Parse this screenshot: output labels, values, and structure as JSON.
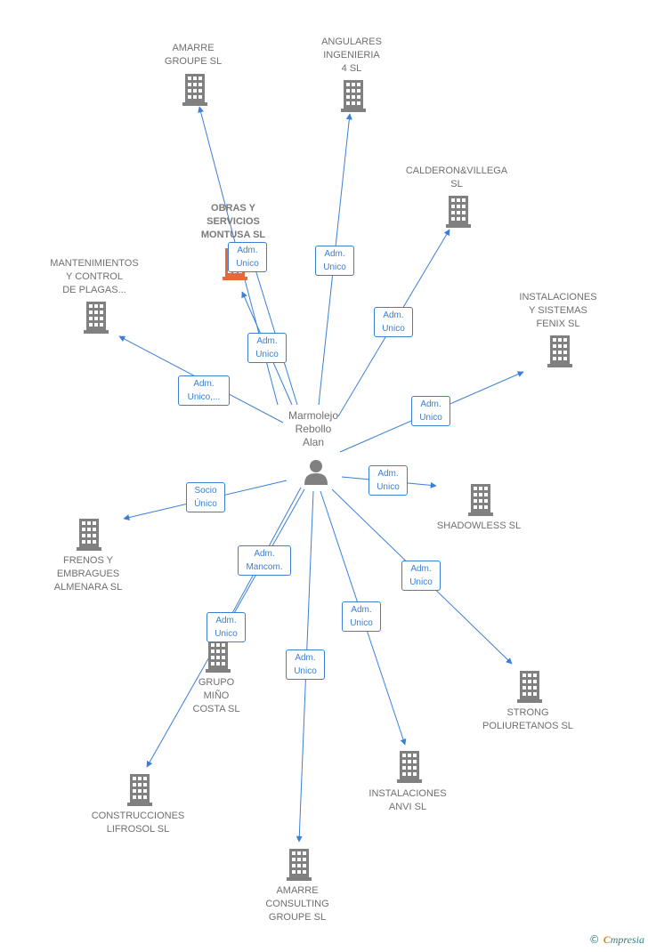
{
  "person": {
    "name": "Marmolejo\nRebollo\nAlan"
  },
  "companies": [
    {
      "id": "amarre_groupe",
      "name": "AMARRE\nGROUPE  SL",
      "highlight": false
    },
    {
      "id": "angulares",
      "name": "ANGULARES\nINGENIERIA\n4  SL",
      "highlight": false
    },
    {
      "id": "calderon",
      "name": "CALDERON&VILLEGA\nSL",
      "highlight": false
    },
    {
      "id": "obras",
      "name": "OBRAS Y\nSERVICIOS\nMONTUSA  SL",
      "highlight": true
    },
    {
      "id": "mantenimientos",
      "name": "MANTENIMIENTOS\nY CONTROL\nDE PLAGAS...",
      "highlight": false
    },
    {
      "id": "instalaciones_fenix",
      "name": "INSTALACIONES\nY SISTEMAS\nFENIX  SL",
      "highlight": false
    },
    {
      "id": "shadowless",
      "name": "SHADOWLESS SL",
      "highlight": false
    },
    {
      "id": "frenos",
      "name": "FRENOS Y\nEMBRAGUES\nALMENARA SL",
      "highlight": false
    },
    {
      "id": "grupo_mino",
      "name": "GRUPO\nMIÑO\nCOSTA SL",
      "highlight": false
    },
    {
      "id": "strong",
      "name": "STRONG\nPOLIURETANOS SL",
      "highlight": false
    },
    {
      "id": "construcciones",
      "name": "CONSTRUCCIONES\nLIFROSOL  SL",
      "highlight": false
    },
    {
      "id": "instalaciones_anvi",
      "name": "INSTALACIONES\nANVI SL",
      "highlight": false
    },
    {
      "id": "amarre_consulting",
      "name": "AMARRE\nCONSULTING\nGROUPE SL",
      "highlight": false
    }
  ],
  "relations": [
    {
      "id": "r_amarre_groupe",
      "label": "Adm.\nUnico"
    },
    {
      "id": "r_angulares",
      "label": "Adm.\nUnico"
    },
    {
      "id": "r_calderon",
      "label": "Adm.\nUnico"
    },
    {
      "id": "r_obras",
      "label": "Adm.\nUnico"
    },
    {
      "id": "r_mantenimientos",
      "label": "Adm.\nUnico,..."
    },
    {
      "id": "r_fenix",
      "label": "Adm.\nUnico"
    },
    {
      "id": "r_shadowless",
      "label": "Adm.\nUnico"
    },
    {
      "id": "r_frenos",
      "label": "Socio\nÚnico"
    },
    {
      "id": "r_grupo_mino",
      "label": "Adm.\nMancom."
    },
    {
      "id": "r_construcciones",
      "label": "Adm.\nUnico"
    },
    {
      "id": "r_strong",
      "label": "Adm.\nUnico"
    },
    {
      "id": "r_anvi",
      "label": "Adm.\nUnico"
    },
    {
      "id": "r_amarre_consulting",
      "label": "Adm.\nUnico"
    }
  ],
  "colors": {
    "edge": "#3a7fd5",
    "node": "#808080",
    "highlight_node": "#e8683a"
  },
  "brand": {
    "copyright": "©",
    "initial": "C",
    "rest": "mpresia"
  }
}
